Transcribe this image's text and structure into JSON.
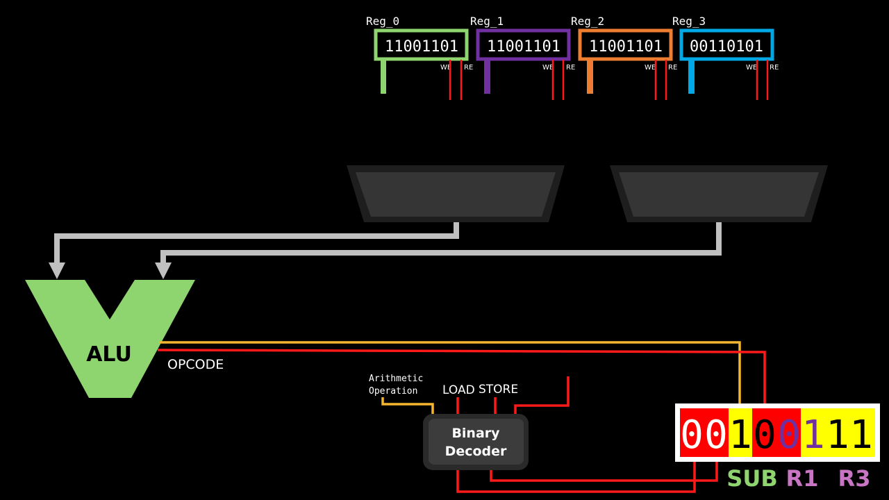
{
  "colors": {
    "background": "#000000",
    "reg0": "#8ed46f",
    "reg1": "#7030a0",
    "reg2": "#ed7d31",
    "reg3": "#00a8e6",
    "control_red": "#ff1a1a",
    "arith_yellow": "#f5b52e",
    "bus_gray": "#c0c0c0",
    "alu": "#8ed46f",
    "mux": "#2e2e2e",
    "decoder": "#3a3a3a",
    "instr_red": "#ff0000",
    "instr_yellow": "#ffff00",
    "label_sub": "#8ed46f",
    "label_reg": "#c875c4"
  },
  "registers": [
    {
      "name": "Reg_0",
      "value": "11001101",
      "we": "WE",
      "re": "RE"
    },
    {
      "name": "Reg_1",
      "value": "11001101",
      "we": "WE",
      "re": "RE"
    },
    {
      "name": "Reg_2",
      "value": "11001101",
      "we": "WE",
      "re": "RE"
    },
    {
      "name": "Reg_3",
      "value": "00110101",
      "we": "WE",
      "re": "RE"
    }
  ],
  "alu": {
    "label": "ALU",
    "opcode_label": "OPCODE"
  },
  "decoder": {
    "line1": "Binary",
    "line2": "Decoder"
  },
  "decoder_outputs": {
    "arith_line1": "Arithmetic",
    "arith_line2": "Operation",
    "load": "LOAD",
    "store": "STORE"
  },
  "instruction": {
    "bits": [
      "0",
      "0",
      "1",
      "0",
      "0",
      "1",
      "1",
      "1"
    ],
    "labels": {
      "op": "SUB",
      "r1": "R1",
      "r3": "R3"
    }
  }
}
